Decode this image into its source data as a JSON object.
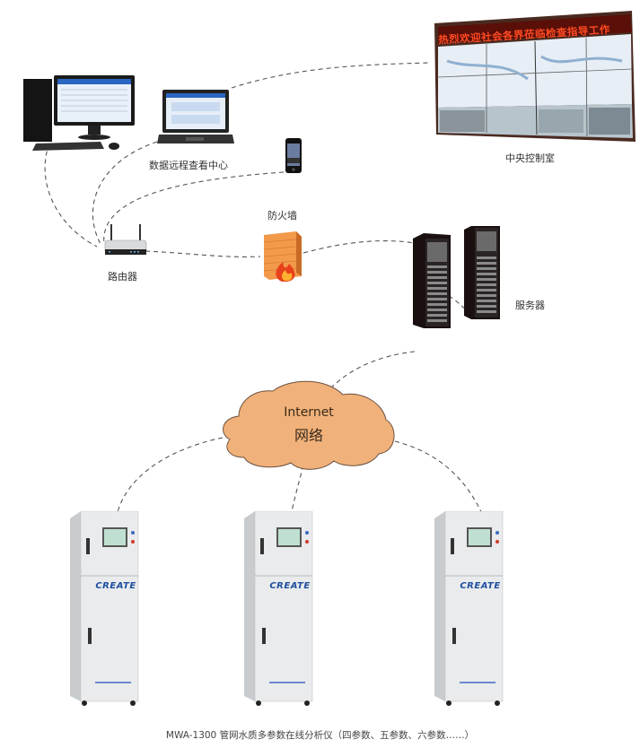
{
  "diagram": {
    "nodes": {
      "control_room": {
        "label": "中央控制室",
        "banner": "热烈欢迎社会各界莅临检查指导工作"
      },
      "remote_center": {
        "label": "数据远程查看中心"
      },
      "router": {
        "label": "路由器"
      },
      "firewall": {
        "label": "防火墙"
      },
      "server": {
        "label": "服务器"
      },
      "internet": {
        "line1": "Internet",
        "line2": "网络"
      },
      "analyzers": [
        {
          "brand": "CREATE"
        },
        {
          "brand": "CREATE"
        },
        {
          "brand": "CREATE"
        }
      ]
    },
    "caption": "MWA-1300 管网水质多参数在线分析仪（四参数、五参数、六参数……）",
    "colors": {
      "cloud_fill": "#f0b27a",
      "cloud_stroke": "#6b5040",
      "link": "#555555",
      "banner_text": "#ff3b1f",
      "brand": "#1f4fa0",
      "cabinet": "#e9ebec"
    }
  }
}
